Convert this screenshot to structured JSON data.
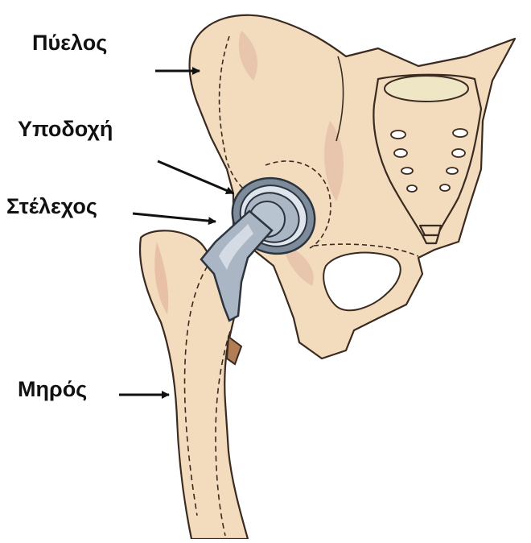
{
  "labels": {
    "pelvis": "Πύελος",
    "socket": "Υποδοχή",
    "stem": "Στέλεχος",
    "femur": "Μηρός"
  },
  "colors": {
    "bone": "#f2dcbd",
    "bone_shade": "#e7c0a6",
    "bone_outline": "#3a2a20",
    "implant": "#aab6c4",
    "implant_dark": "#7d8b9b",
    "implant_light": "#dfe5ec",
    "cartilage": "#b07d55",
    "sacrum_top": "#efe6c6",
    "arrow": "#111111"
  }
}
